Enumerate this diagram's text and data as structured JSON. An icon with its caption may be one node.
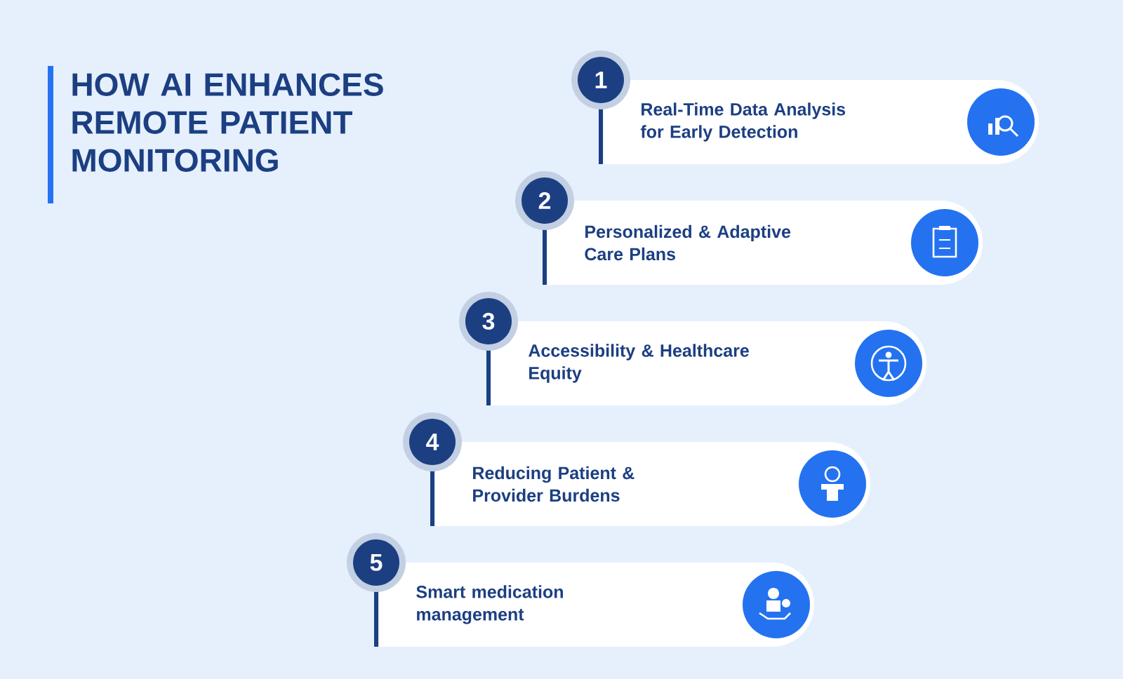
{
  "diagram": {
    "title": "HOW AI ENHANCES REMOTE PATIENT MONITORING",
    "nodes": [
      {
        "text": [
          "1",
          "Real-Time Data Analysis for Early Detection"
        ]
      },
      {
        "text": [
          "2",
          "Personalized & Adaptive Care Plans"
        ]
      },
      {
        "text": [
          "3",
          "Accessibility & Healthcare Equity"
        ]
      },
      {
        "text": [
          "4",
          "Reducing Patient & Provider Burdens"
        ]
      },
      {
        "text": [
          "5",
          "Smart medication management"
        ]
      }
    ]
  }
}
